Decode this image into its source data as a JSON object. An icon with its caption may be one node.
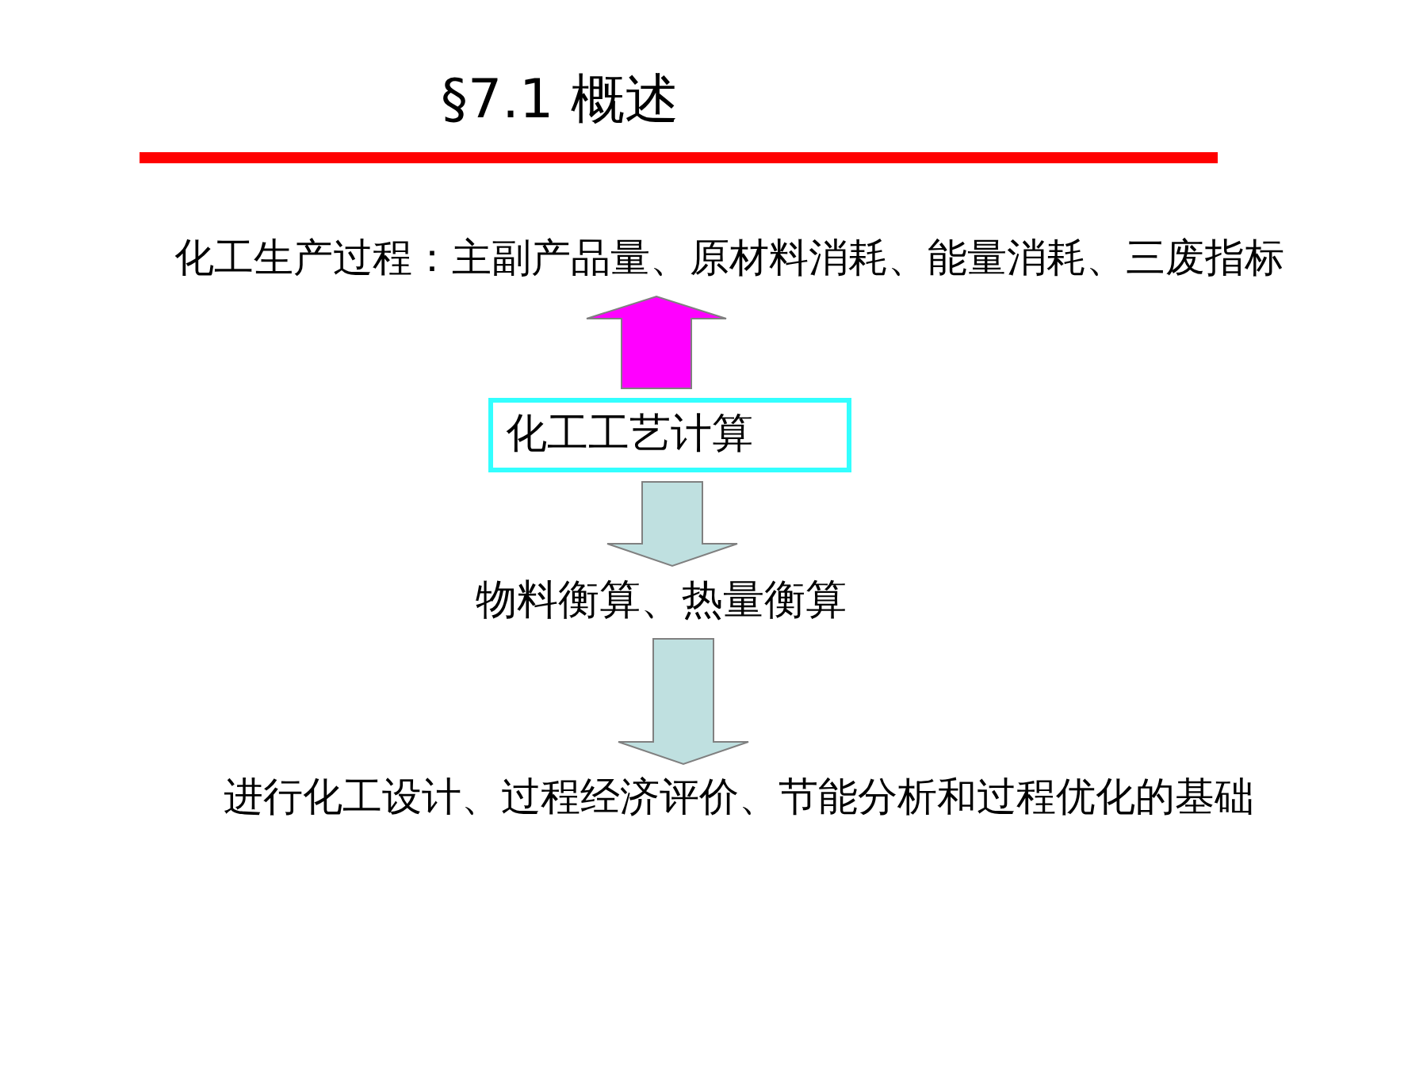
{
  "diagram": {
    "title": "§7.1 概述",
    "nodes": [
      {
        "text": [
          "化工生产过程：主副产品量、原材料消耗、能量消耗、三废指标"
        ]
      },
      {
        "text": [
          "化工工艺计算"
        ]
      },
      {
        "text": [
          "物料衡算、热量衡算"
        ]
      },
      {
        "text": [
          "进行化工设计、过程经济评价、节能分析和过程优化的基础"
        ]
      }
    ],
    "edges": [
      {
        "from": 1,
        "to": 0,
        "arrow": "to",
        "color": "#ff00ff"
      },
      {
        "from": 1,
        "to": 2,
        "arrow": "to"
      },
      {
        "from": 2,
        "to": 3,
        "arrow": "to"
      }
    ]
  }
}
